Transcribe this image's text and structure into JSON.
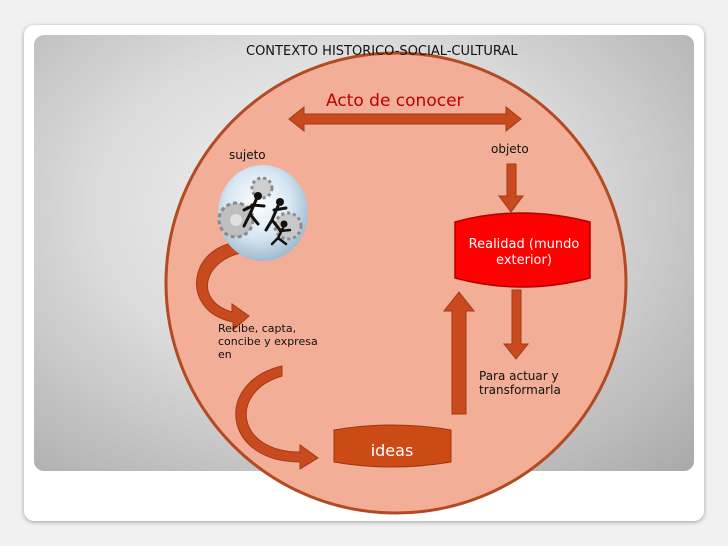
{
  "context_title": "CONTEXTO HISTORICO-SOCIAL-CULTURAL",
  "act_title": "Acto de conocer",
  "labels": {
    "sujeto": "sujeto",
    "objeto": "objeto",
    "recibe": "Recibe, capta, concibe y expresa en",
    "realidad": "Realidad (mundo exterior)",
    "para": "Para actuar y transformarla",
    "ideas": "ideas"
  },
  "colors": {
    "circle_fill": "#f2ae96",
    "circle_stroke": "#b34a22",
    "arrow_fill": "#c84a1e",
    "realidad_fill": "#ff0000",
    "ideas_fill": "#cc4a16",
    "title_red": "#c00000"
  },
  "icons": {
    "sujeto_image": "people-pushing-gears-icon"
  }
}
